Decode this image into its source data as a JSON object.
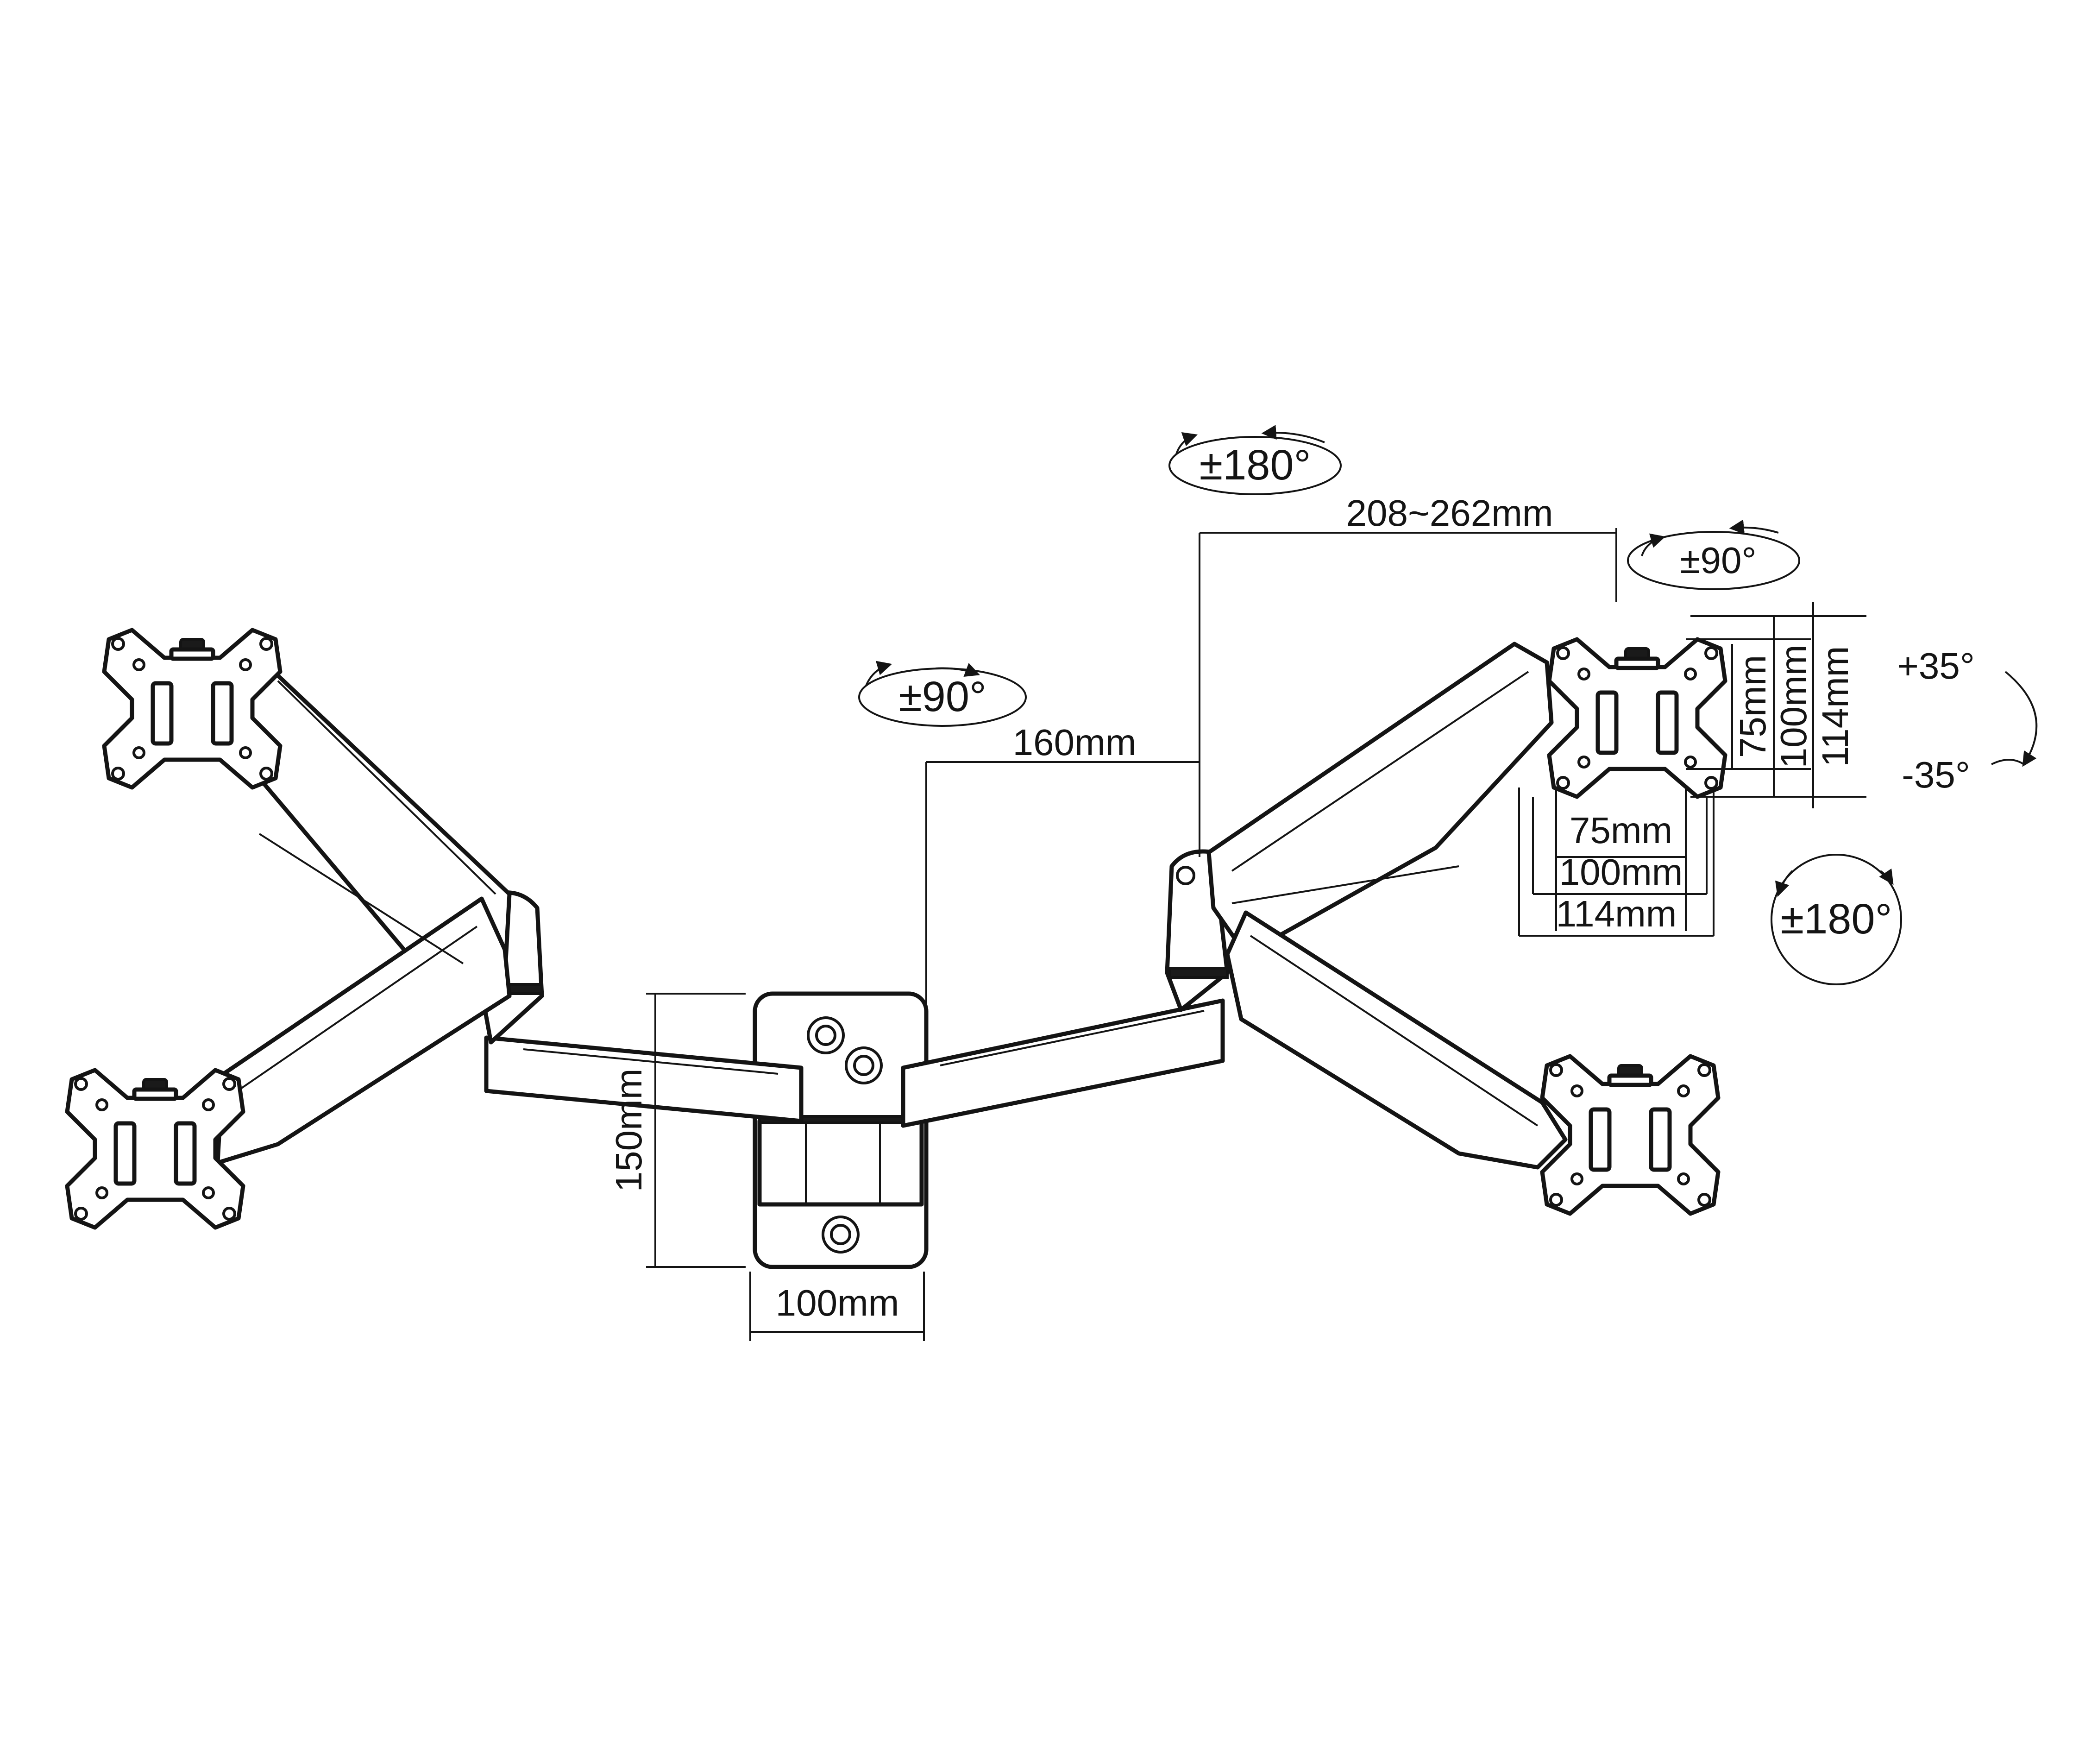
{
  "dimensions": {
    "plate_height": "150mm",
    "plate_width": "100mm",
    "arm1_length": "160mm",
    "arm2_length": "208~262mm",
    "vesa_h_75": "75mm",
    "vesa_h_100": "100mm",
    "vesa_h_114": "114mm",
    "vesa_v_75": "75mm",
    "vesa_v_100": "100mm",
    "vesa_v_114": "114mm"
  },
  "rotations": {
    "shoulder_swivel": "±90°",
    "elbow_swivel": "±180°",
    "head_swivel": "±90°",
    "rotation": "±180°",
    "tilt_up": "+35°",
    "tilt_down": "-35°"
  },
  "icons": [
    "vesa-plate-icon",
    "rotation-arrow-icon",
    "tilt-arrow-icon"
  ],
  "colors": {
    "ink": "#141414",
    "paper": "#ffffff"
  }
}
